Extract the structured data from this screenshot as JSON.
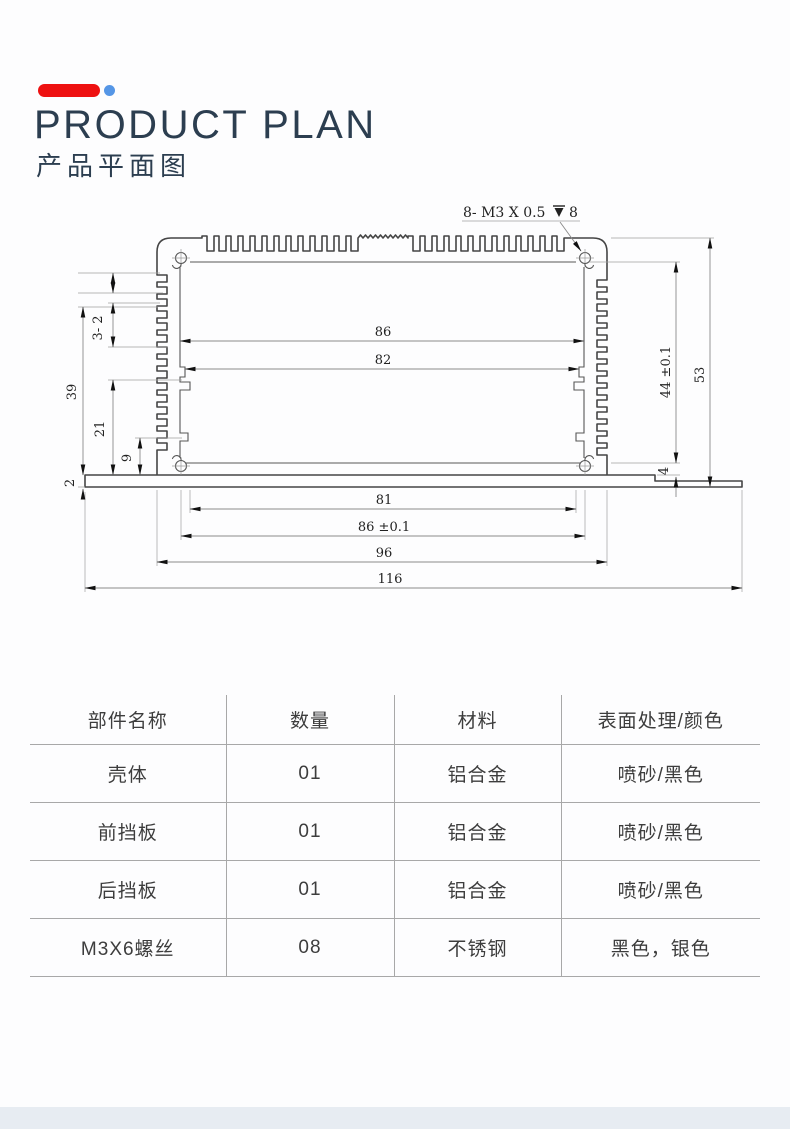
{
  "page": {
    "bg": "#fdfdfe",
    "bottom_band_color": "#e7ecf2"
  },
  "header": {
    "title": "PRODUCT PLAN",
    "subtitle": "产品平面图",
    "accent_red": "#ee1111",
    "accent_blue": "#5596e6",
    "title_color": "#2c3e50"
  },
  "drawing": {
    "thread_note": {
      "prefix": "8- M3 X 0.5",
      "depth_value": "8"
    },
    "dims": {
      "inner_width_top": "86",
      "inner_width_slot": "82",
      "bottom_1": "81",
      "bottom_2": "86 ±0.1",
      "bottom_3": "96",
      "bottom_4": "116",
      "right_inner_height": "44 ±0.1",
      "right_total_height": "53",
      "right_step": "4",
      "left_1": "39",
      "left_2": "21",
      "left_3": "9",
      "left_4": "3- 2",
      "left_5": "2"
    }
  },
  "table": {
    "headers": [
      "部件名称",
      "数量",
      "材料",
      "表面处理/颜色"
    ],
    "rows": [
      [
        "壳体",
        "01",
        "铝合金",
        "喷砂/黑色"
      ],
      [
        "前挡板",
        "01",
        "铝合金",
        "喷砂/黑色"
      ],
      [
        "后挡板",
        "01",
        "铝合金",
        "喷砂/黑色"
      ],
      [
        "M3X6螺丝",
        "08",
        "不锈钢",
        "黑色，银色"
      ]
    ]
  }
}
